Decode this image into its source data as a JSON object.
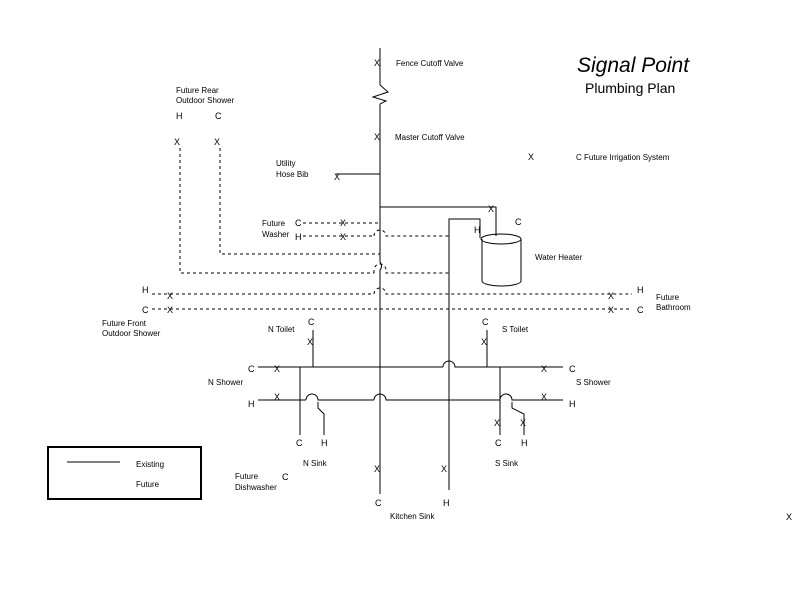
{
  "title": "Signal Point",
  "subtitle": "Plumbing Plan",
  "labels": {
    "fence_cutoff": "Fence Cutoff Valve",
    "master_cutoff": "Master Cutoff Valve",
    "rear_shower_1": "Future Rear",
    "rear_shower_2": "Outdoor Shower",
    "utility_1": "Utility",
    "utility_2": "Hose Bib",
    "irrigation": "C  Future Irrigation System",
    "washer_1": "Future",
    "washer_2": "Washer",
    "water_heater": "Water Heater",
    "front_shower_1": "Future Front",
    "front_shower_2": "Outdoor Shower",
    "bathroom_1": "Future",
    "bathroom_2": "Bathroom",
    "n_toilet": "N Toilet",
    "s_toilet": "S Toilet",
    "n_shower": "N Shower",
    "s_shower": "S Shower",
    "n_sink": "N Sink",
    "s_sink": "S Sink",
    "dishwasher_1": "Future",
    "dishwasher_2": "Dishwasher",
    "kitchen_sink": "Kitchen Sink"
  },
  "marks": {
    "hot": "H",
    "cold": "C",
    "valve": "X"
  },
  "legend": {
    "existing": "Existing",
    "future": "Future"
  }
}
